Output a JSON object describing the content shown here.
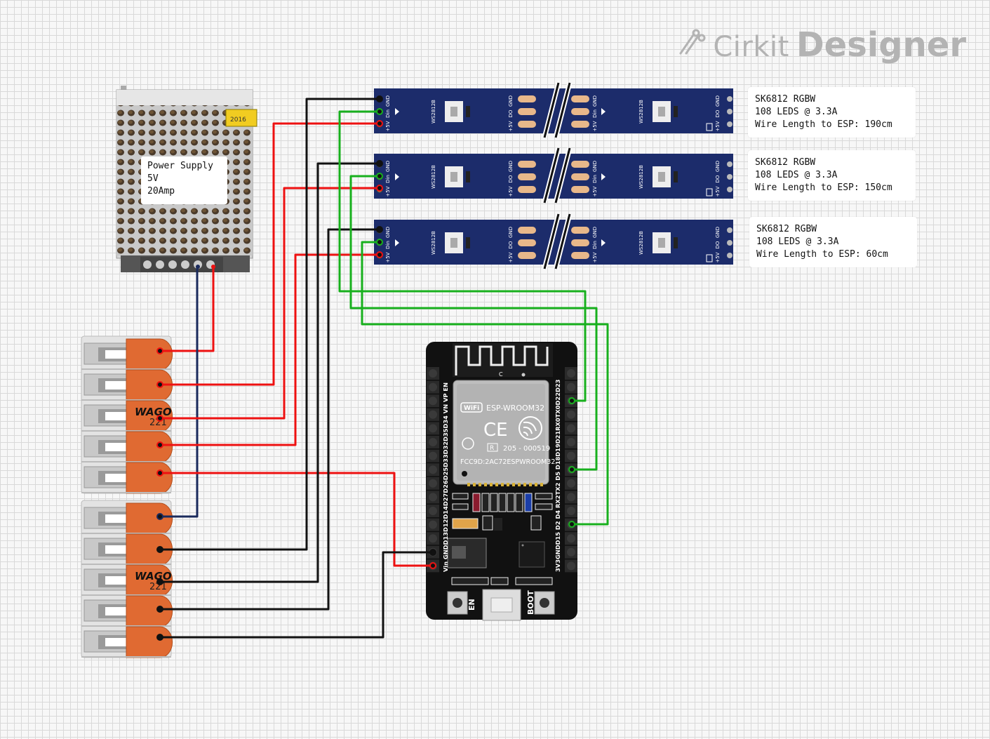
{
  "brand": {
    "prefix": "Cirkit",
    "name": "Designer"
  },
  "psu": {
    "label": "Power Supply\n5V\n20Amp",
    "sticker": "2016"
  },
  "strips": [
    {
      "pad_left": [
        "GND",
        "Din",
        "+5V"
      ],
      "pad_right": [
        "GND",
        "DO",
        "+5V"
      ],
      "chip": "WS2812B",
      "note": "SK6812 RGBW\n108 LEDS @ 3.3A\nWire Length to ESP: 190cm"
    },
    {
      "pad_left": [
        "GND",
        "Din",
        "+5V"
      ],
      "pad_right": [
        "GND",
        "DO",
        "+5V"
      ],
      "chip": "WS2812B",
      "note": "SK6812 RGBW\n108 LEDS @ 3.3A\nWire Length to ESP: 150cm"
    },
    {
      "pad_left": [
        "GND",
        "Din",
        "+5V"
      ],
      "pad_right": [
        "GND",
        "DO",
        "+5V"
      ],
      "chip": "WS2812B",
      "note": "SK6812 RGBW\n108 LEDS @ 3.3A\nWire Length to ESP: 60cm"
    }
  ],
  "wago": {
    "brand": "WAGO",
    "model": "221"
  },
  "esp32": {
    "module": "ESP-WROOM32",
    "fcc": "FCC9D:2AC72ESPWROOM32",
    "cert": "205 - 000519",
    "wifi": "WiFi",
    "ce": "CE",
    "r_mark": "R",
    "c_mark": "C",
    "left_pins": "Vin GNDD13D12D14D27D26D25D33D32D35D34 VN  VP  EN",
    "right_pins": "3V3GNDD15 D2  D4 RX2TX2 D5 D18D19D21RX0TX0D22D23",
    "btn_en": "EN",
    "btn_boot": "BOOT"
  },
  "colors": {
    "strip": "#1c2c6b",
    "pad": "#e8b88a",
    "wire_gnd": "#111111",
    "wire_5v": "#ee1111",
    "wire_data": "#18b01e",
    "wire_psu_gnd": "#1a2a5c",
    "wago_orange": "#e06a32",
    "board": "#111111"
  }
}
